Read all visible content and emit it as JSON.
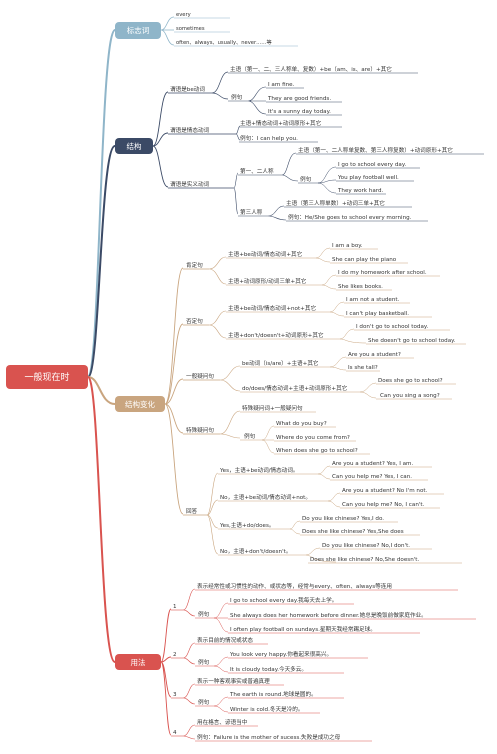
{
  "root": {
    "label": "一般现在时"
  },
  "branches": {
    "markers": {
      "label": "标志词",
      "color": "#8fb5c9",
      "items": [
        "every",
        "sometimes",
        "often、always、usually、never……等"
      ]
    },
    "structure": {
      "label": "结构",
      "color": "#3b4a66",
      "be": {
        "label": "谓语是be动词",
        "rule": "主语（第一、二、三人称单、复数）+be（am、is、are）+其它",
        "example_label": "例句",
        "examples": [
          "I am fine.",
          "They are good friends.",
          "It's a sunny day today."
        ]
      },
      "modal": {
        "label": "谓语是情态动词",
        "rule": "主语+情态动词+动词原形+其它",
        "example": "例句：I can help you."
      },
      "verb": {
        "label": "谓语是实义动词",
        "first_second": {
          "label": "第一、二人称",
          "rule": "主语（第一、二人称单复数、第三人称复数）+动词原形+其它",
          "example_label": "例句",
          "examples": [
            "I go to school every day.",
            "You play football well.",
            "They work hard."
          ]
        },
        "third": {
          "label": "第三人称",
          "rule": "主语（第三人称单数）+动词三单+其它",
          "example": "例句：He/She goes to school every morning."
        }
      }
    },
    "variations": {
      "label": "结构变化",
      "color": "#c9a57f",
      "affirmative": {
        "label": "肯定句",
        "rule1": "主语+be动词/情态动词+其它",
        "ex1": [
          "I am a boy.",
          "She can play the piano"
        ],
        "rule2": "主语+动词原形/动词三单+其它",
        "ex2": [
          "I do my homework after school.",
          "She likes books."
        ]
      },
      "negative": {
        "label": "否定句",
        "rule1": "主语+be动词/情态动词+not+其它",
        "ex1": [
          "I am not a student.",
          "I can't play basketball."
        ],
        "rule2": "主语+don't/doesn't+动词原形+其它",
        "ex2": [
          "I don't go to school today.",
          "She doesn't go to school today."
        ]
      },
      "general_q": {
        "label": "一般疑问句",
        "rule1": "be动词（is/are）+主语+其它",
        "ex1": [
          "Are you a student?",
          "Is she tall?"
        ],
        "rule2": "do/does/情态动词+主语+动词原形+其它",
        "ex2": [
          "Does she go to school?",
          "Can you sing a song?"
        ]
      },
      "special_q": {
        "label": "特殊疑问句",
        "rule": "特殊疑问词+一般疑问句",
        "example_label": "例句",
        "examples": [
          "What do you buy?",
          "Where do you come from?",
          "When does she go to school?"
        ]
      },
      "answers": {
        "label": "回答",
        "yes_be": "Yes，主语+be动词/情态动词。",
        "yes_be_ex": [
          "Are you a student? Yes, I am.",
          "Can you help me? Yes, I can."
        ],
        "no_be": "No，主语+be动词/情态动词+not。",
        "no_be_ex": [
          "Are you a student? No I'm not.",
          "Can you help me? No, I can't."
        ],
        "yes_do": "Yes,主语+do/does。",
        "yes_do_ex": [
          "Do you like chinese? Yes,I do.",
          "Does she like chinese? Yes,She does"
        ],
        "no_do": "No，主语+don't/doesn't。",
        "no_do_ex": [
          "Do you like chinese? No,I don't.",
          "Does she like chinese? No,She doesn't."
        ]
      }
    },
    "usage": {
      "label": "用法",
      "color": "#d9534f",
      "u1": {
        "num": "1",
        "desc": "表示经常性或习惯性的动作、或状态等，经常与every、often、always等连用",
        "example_label": "例句",
        "examples": [
          "I go to school every day.我每天去上学。",
          "She always does her homework before dinner.她总是晚饭前做家庭作业。",
          "I often play football on sundays.星期天我经常踢足球。"
        ]
      },
      "u2": {
        "num": "2",
        "desc": "表示目前的情况或状态",
        "example_label": "例句",
        "examples": [
          "You look very happy.你看起来很高兴。",
          "It is cloudy today.今天多云。"
        ]
      },
      "u3": {
        "num": "3",
        "desc": "表示一种客观事实或普遍真理",
        "example_label": "例句",
        "examples": [
          "The earth is round.地球是圆的。",
          "Winter is cold.冬天是冷的。"
        ]
      },
      "u4": {
        "num": "4",
        "desc": "用在格言、谚语当中",
        "example": "例句：Failure is the mother of sucess.失败是成功之母"
      }
    }
  }
}
